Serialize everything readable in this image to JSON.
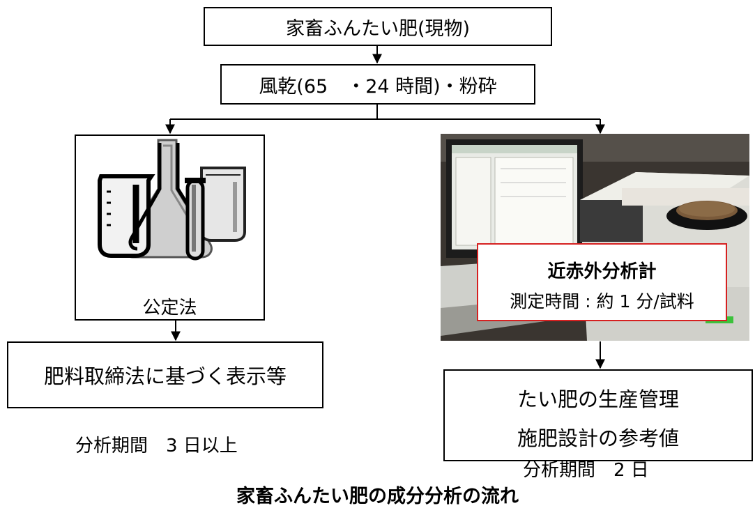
{
  "top_box": "家畜ふんたい肥(現物)",
  "prep_box": "風乾(65　・24 時間)・粉砕",
  "left_branch": {
    "method_label": "公定法",
    "result_box": "肥料取締法に基づく表示等",
    "period": "分析期間　3 日以上",
    "icon": "lab-glassware-icon"
  },
  "right_branch": {
    "instrument_name": "近赤外分析計",
    "measure_time": "測定時間 : 約 1 分/試料",
    "result_line1": "たい肥の生産管理",
    "result_line2": "施肥設計の参考値",
    "period": "分析期間　2 日",
    "icon": "nir-analyzer-photo"
  },
  "caption": "家畜ふんたい肥の成分分析の流れ",
  "colors": {
    "line": "#000000",
    "label_border": "#d62020"
  }
}
